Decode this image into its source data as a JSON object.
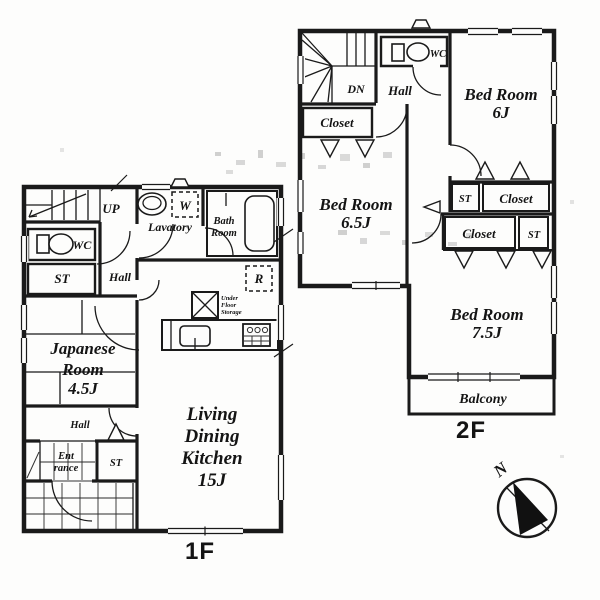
{
  "floor1": {
    "label": "1F",
    "stairs_up": "UP",
    "wc": "WC",
    "storage_north": "ST",
    "hall_north": "Hall",
    "lavatory": "Lavatory",
    "washing_machine": "W",
    "bath_room": [
      "Bath",
      "Room"
    ],
    "refrigerator": "R",
    "under_floor_storage": [
      "Under",
      "Floor",
      "Storage"
    ],
    "japanese_room": [
      "Japanese",
      "Room",
      "4.5J"
    ],
    "hall_south": "Hall",
    "entrance": [
      "Ent",
      "rance"
    ],
    "storage_south": "ST",
    "ldk": [
      "Living",
      "Dining",
      "Kitchen",
      "15J"
    ]
  },
  "floor2": {
    "label": "2F",
    "stairs_down": "DN",
    "wc": "WC",
    "hall": "Hall",
    "bedroom_6j": [
      "Bed Room",
      "6J"
    ],
    "closet_north": "Closet",
    "bedroom_65j": [
      "Bed Room",
      "6.5J"
    ],
    "storage_a": "ST",
    "closet_a": "Closet",
    "closet_b": "Closet",
    "storage_b": "ST",
    "bedroom_75j": [
      "Bed Room",
      "7.5J"
    ],
    "balcony": "Balcony"
  },
  "compass": {
    "label": "N"
  },
  "colors": {
    "ink": "#1a1a1a",
    "paper": "#fdfdfc"
  }
}
